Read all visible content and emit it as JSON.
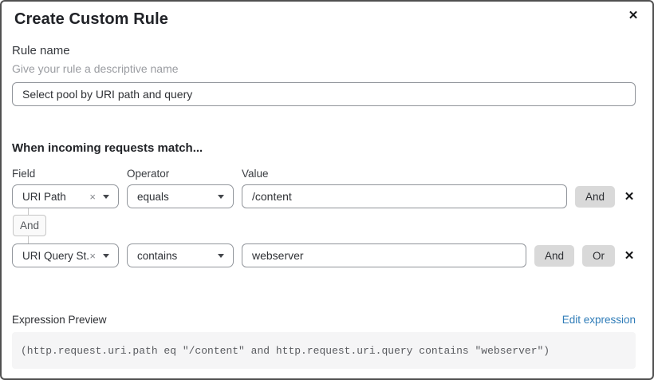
{
  "dialog": {
    "title": "Create Custom Rule",
    "close_icon": "✕"
  },
  "rule_name": {
    "label": "Rule name",
    "help": "Give your rule a descriptive name",
    "value": "Select pool by URI path and query"
  },
  "matcher": {
    "heading": "When incoming requests match...",
    "columns": {
      "field": "Field",
      "operator": "Operator",
      "value": "Value"
    },
    "connector_label": "And",
    "rows": [
      {
        "field": "URI Path",
        "clear_icon": "×",
        "operator": "equals",
        "value": "/content",
        "and_button": "And",
        "remove_icon": "✕"
      },
      {
        "field": "URI Query St...",
        "clear_icon": "×",
        "operator": "contains",
        "value": "webserver",
        "and_button": "And",
        "or_button": "Or",
        "remove_icon": "✕"
      }
    ]
  },
  "expression": {
    "label": "Expression Preview",
    "edit_link": "Edit expression",
    "code": "(http.request.uri.path eq \"/content\" and http.request.uri.query contains \"webserver\")"
  },
  "colors": {
    "link_blue": "#2f7cb8",
    "button_gray": "#d9d9d9",
    "code_background": "#f5f5f6"
  }
}
